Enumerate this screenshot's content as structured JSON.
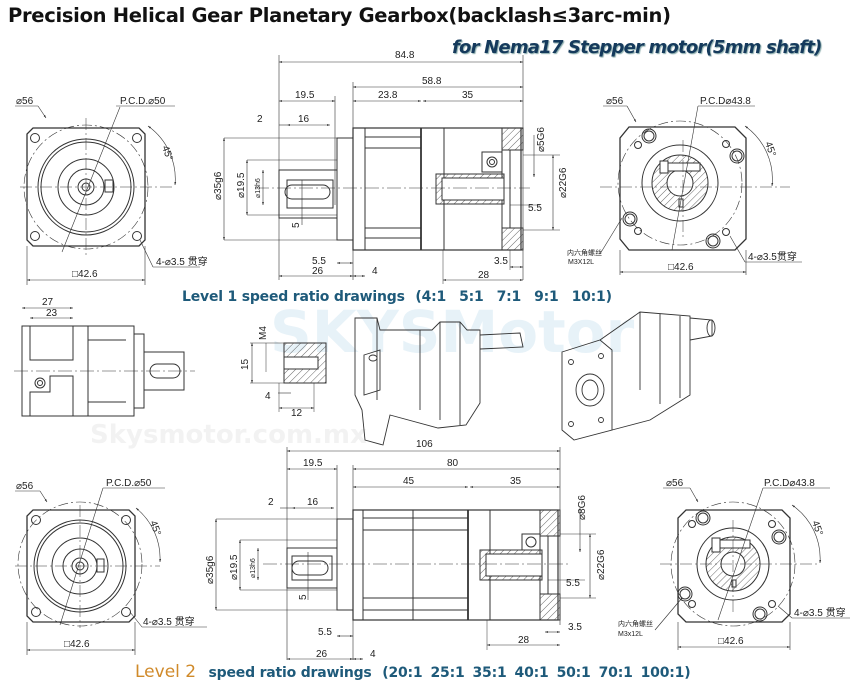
{
  "header": {
    "title": "Precision Helical Gear Planetary Gearbox(backlash≤3arc-min)",
    "subtitle": "for Nema17 Stepper motor(5mm shaft)"
  },
  "watermark": {
    "brand": "SKYSMotor",
    "site": "Skysmotor.com.mx"
  },
  "level1": {
    "caption": "Level 1 speed ratio drawings",
    "ratios": [
      "(4:1",
      "5:1",
      "7:1",
      "9:1",
      "10:1)"
    ],
    "front_view": {
      "outer_diameter": "⌀56",
      "pcd": "P.C.D.⌀50",
      "angle": "45°",
      "holes": "4-⌀3.5 贯穿",
      "square": "□42.6"
    },
    "side_view": {
      "overall_length": "84.8",
      "body_length": "58.8",
      "front_section": "23.8",
      "rear_section": "35",
      "shaft_length": "19.5",
      "shaft_step": "2",
      "key_length": "16",
      "pilot_dia": "⌀35g6",
      "shaft_shoulder_dia": "⌀19.5",
      "shaft_dia": "⌀13h6",
      "key_width": "5",
      "input_bore": "⌀5G6",
      "input_pilot": "⌀22G6",
      "clamp_offset": "5.5",
      "flange_thick": "5.5",
      "shaft_total": "26",
      "collar": "4",
      "rear_depth": "3.5",
      "adapter_length": "28"
    },
    "rear_view": {
      "outer_diameter": "⌀56",
      "pcd": "P.C.D⌀43.8",
      "angle": "45°",
      "holes": "4-⌀3.5贯穿",
      "square": "□42.6",
      "screw_note_1": "内六角螺丝",
      "screw_note_2": "M3X12L"
    },
    "top_view": {
      "dim_a": "27",
      "dim_b": "23"
    },
    "thread_detail": {
      "thread": "M4",
      "height": "15",
      "depth": "4",
      "length": "12"
    }
  },
  "level2": {
    "caption_level": "Level 2",
    "caption": "speed ratio drawings",
    "ratios": [
      "(20:1",
      "25:1",
      "35:1",
      "40:1",
      "50:1",
      "70:1",
      "100:1)"
    ],
    "front_view": {
      "outer_diameter": "⌀56",
      "pcd": "P.C.D.⌀50",
      "angle": "45°",
      "holes": "4-⌀3.5 贯穿",
      "square": "□42.6"
    },
    "side_view": {
      "overall_length": "106",
      "body_length": "80",
      "front_section": "45",
      "rear_section": "35",
      "shaft_length": "19.5",
      "shaft_step": "2",
      "key_length": "16",
      "pilot_dia": "⌀35g6",
      "shaft_shoulder_dia": "⌀19.5",
      "shaft_dia": "⌀13h6",
      "key_width": "5",
      "input_bore": "⌀8G6",
      "input_pilot": "⌀22G6",
      "clamp_offset": "5.5",
      "flange_thick": "5.5",
      "shaft_total": "26",
      "collar": "4",
      "rear_depth": "3.5",
      "adapter_length": "28"
    },
    "rear_view": {
      "outer_diameter": "⌀56",
      "pcd": "P.C.D⌀43.8",
      "angle": "45°",
      "holes": "4-⌀3.5 贯穿",
      "square": "□42.6",
      "screw_note_1": "内六角螺丝",
      "screw_note_2": "M3x12L"
    }
  },
  "colors": {
    "line": "#333333",
    "caption_blue": "#1e5a7a",
    "subtitle_navy": "#153a5c",
    "level2_orange": "#d08a2a"
  }
}
